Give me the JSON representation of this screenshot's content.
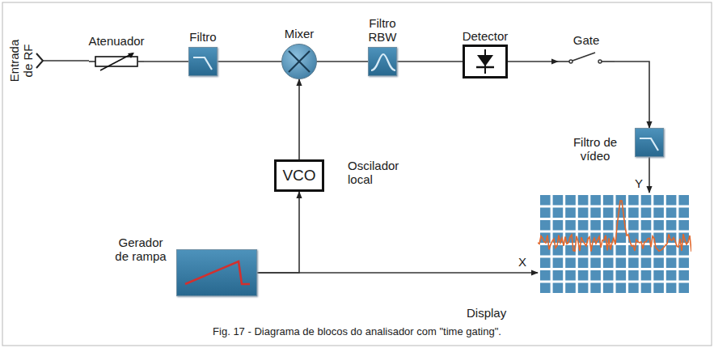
{
  "diagram": {
    "caption": "Fig. 17 - Diagrama de blocos do analisador com \"time gating\".",
    "nodes": [
      {
        "text": [
          "Atenuador"
        ]
      },
      {
        "text": [
          "Filtro"
        ]
      },
      {
        "text": [
          "Mixer"
        ]
      },
      {
        "text": [
          "Filtro RBW"
        ]
      },
      {
        "text": [
          "Detector"
        ]
      },
      {
        "text": [
          "Gate"
        ]
      },
      {
        "text": [
          "Filtro de vídeo"
        ]
      },
      {
        "text": [
          "VCO",
          "Oscilador local"
        ]
      },
      {
        "text": [
          "Gerador de rampa"
        ]
      },
      {
        "text": [
          "Display"
        ]
      }
    ],
    "edges": [
      {
        "from": 0,
        "to": 1,
        "arrow": "none"
      },
      {
        "from": 1,
        "to": 2,
        "arrow": "none"
      },
      {
        "from": 2,
        "to": 3,
        "arrow": "none"
      },
      {
        "from": 3,
        "to": 4,
        "arrow": "none"
      },
      {
        "from": 4,
        "to": 5,
        "arrow": "to"
      },
      {
        "from": 5,
        "to": 6,
        "arrow": "to"
      },
      {
        "from": 6,
        "to": 9,
        "label": "Y",
        "arrow": "to"
      },
      {
        "from": 7,
        "to": 2,
        "arrow": "to"
      },
      {
        "from": 8,
        "to": 7,
        "arrow": "to"
      },
      {
        "from": 8,
        "to": 9,
        "label": "X",
        "arrow": "to"
      }
    ],
    "labels": [
      "Entrada de RF"
    ]
  }
}
